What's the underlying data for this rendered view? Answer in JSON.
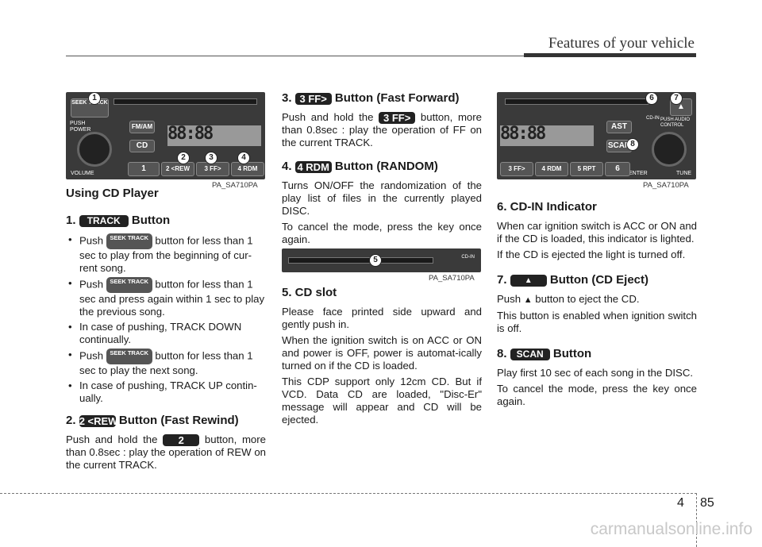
{
  "header": {
    "title": "Features of your vehicle"
  },
  "figures": {
    "caption1": "PA_SA710PA",
    "caption2": "PA_SA710PA",
    "caption3": "PA_SA710PA",
    "radio1": {
      "seek": "SEEK TRACK",
      "power": "PUSH POWER",
      "fmam": "FM/AM",
      "cd": "CD",
      "volume": "VOLUME",
      "lcd": "88:88",
      "presets": [
        "1",
        "2 <REW",
        "3 FF>",
        "4 RDM"
      ],
      "callouts": [
        "1",
        "2",
        "3",
        "4"
      ]
    },
    "radio2": {
      "cdin": "CD-IN",
      "callout": "5"
    },
    "radio3": {
      "ast": "AST",
      "scan": "SCAN",
      "cdin": "CD-IN",
      "audio": "PUSH AUDIO CONTROL",
      "enter": "ENTER",
      "tune": "TUNE",
      "lcd": "88:88",
      "presets": [
        "3 FF>",
        "4 RDM",
        "5 RPT",
        "6"
      ],
      "callouts": [
        "6",
        "7",
        "8"
      ]
    }
  },
  "col1": {
    "title": "Using CD Player",
    "s1_num": "1.",
    "s1_badge": "TRACK",
    "s1_tail": "Button",
    "seek_badge": "SEEK TRACK",
    "b1_pre": "Push",
    "b1_post": "button for less than 1 sec to play from the beginning of cur-rent song.",
    "b2_pre": "Push",
    "b2_post": "button for less than 1 sec and press again within 1 sec to play the previous song.",
    "b3": "In case of pushing, TRACK DOWN continually.",
    "b4_pre": "Push",
    "b4_post": "button for less than 1 sec to play the next song.",
    "b5": "In case of pushing, TRACK UP contin-ually.",
    "s2_num": "2.",
    "s2_badge": "2 <REW",
    "s2_tail": "Button (Fast Rewind)",
    "s2_pre": "Push and hold the",
    "s2_post": "button, more than 0.8sec : play the operation of REW on the current TRACK."
  },
  "col2": {
    "s3_num": "3.",
    "s3_badge": "3 FF>",
    "s3_tail": "Button (Fast Forward)",
    "s3_pre": "Push and hold the",
    "s3_post": "button, more than 0.8sec : play the operation of FF on the current TRACK.",
    "s4_num": "4.",
    "s4_badge": "4 RDM",
    "s4_tail": "Button (RANDOM)",
    "s4_p1": "Turns ON/OFF the randomization of the play list of files in the currently played DISC.",
    "s4_p2": "To cancel the mode, press the key once again.",
    "s5_title": "5. CD slot",
    "s5_p1": "Please face printed side upward and gently push in.",
    "s5_p2": "When the ignition switch is on ACC or ON and power is OFF, power is automat-ically turned on if the CD is loaded.",
    "s5_p3": "This CDP support only 12cm CD. But if VCD. Data CD are loaded, \"Disc-Er\" message will appear and CD will be ejected."
  },
  "col3": {
    "s6_title": "6. CD-IN Indicator",
    "s6_p1": "When car ignition switch is ACC or ON and if the CD is loaded, this indicator is lighted.",
    "s6_p2": "If the CD is ejected the light is turned off.",
    "s7_num": "7.",
    "s7_badge": "▲",
    "s7_tail": "Button (CD Eject)",
    "s7_pre": "Push",
    "s7_icon": "▲",
    "s7_post": "button to eject the CD.",
    "s7_p2": "This button is enabled when ignition switch is off.",
    "s8_num": "8.",
    "s8_badge": "SCAN",
    "s8_tail": "Button",
    "s8_p1": "Play first 10 sec of each song in the DISC.",
    "s8_p2": "To cancel the mode, press the key once again."
  },
  "footer": {
    "chapter": "4",
    "page": "85",
    "watermark": "carmanualsonline.info"
  }
}
